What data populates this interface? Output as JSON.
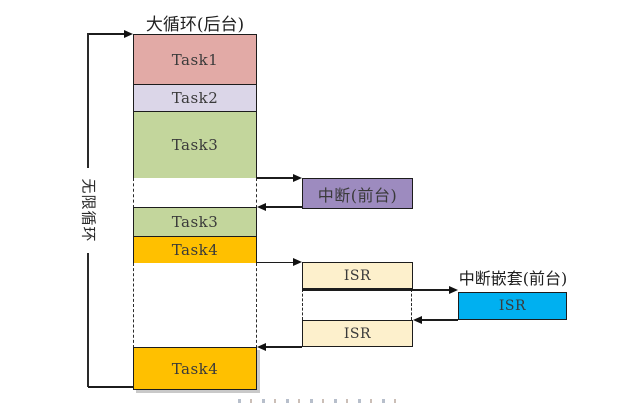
{
  "diagram": {
    "title": "大循环(后台)",
    "infinite_loop_label": "无限循环",
    "stack": [
      {
        "label": "Task1",
        "color": "#e2aaa6"
      },
      {
        "label": "Task2",
        "color": "#dbd6e8"
      },
      {
        "label": "Task3",
        "color": "#c3d69c"
      },
      {
        "label": "Task3",
        "color": "#c3d69c"
      },
      {
        "label": "Task4",
        "color": "#ffc000"
      },
      {
        "label": "Task4",
        "color": "#ffc000"
      }
    ],
    "interrupt": {
      "label": "中断(前台)",
      "color": "#9d8bbf"
    },
    "isr_boxes": [
      {
        "label": "ISR",
        "color": "#fdf0cc"
      },
      {
        "label": "ISR",
        "color": "#fdf0cc"
      }
    ],
    "nested_interrupt": {
      "title": "中断嵌套(前台)",
      "label": "ISR",
      "color": "#00b0f0"
    },
    "colors": {
      "line": "#1c1c1c",
      "task1": "#e2aaa6",
      "task2": "#dbd6e8",
      "task3": "#c3d69c",
      "task4": "#ffc000",
      "interrupt": "#9d8bbf",
      "isr": "#fdf0cc",
      "nested_isr": "#00b0f0"
    }
  }
}
